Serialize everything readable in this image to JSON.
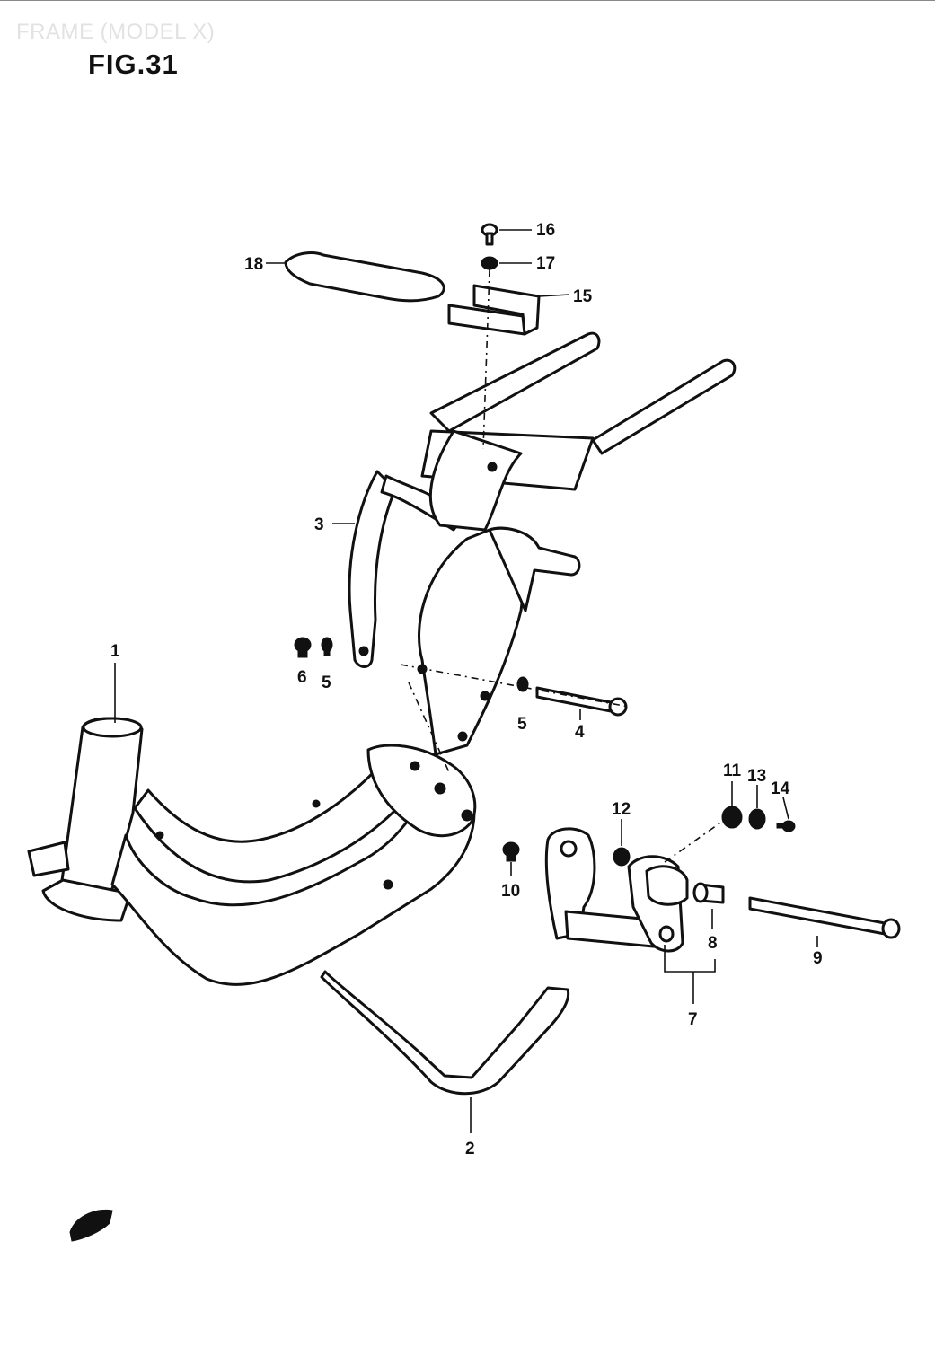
{
  "header": {
    "watermark": "FRAME (MODEL X)",
    "figure": "FIG.31"
  },
  "callouts": [
    {
      "id": "c16",
      "text": "16"
    },
    {
      "id": "c17",
      "text": "17"
    },
    {
      "id": "c15",
      "text": "15"
    },
    {
      "id": "c18",
      "text": "18"
    },
    {
      "id": "c3",
      "text": "3"
    },
    {
      "id": "c6",
      "text": "6"
    },
    {
      "id": "c5a",
      "text": "5"
    },
    {
      "id": "c1",
      "text": "1"
    },
    {
      "id": "c5b",
      "text": "5"
    },
    {
      "id": "c4",
      "text": "4"
    },
    {
      "id": "c11",
      "text": "11"
    },
    {
      "id": "c13",
      "text": "13"
    },
    {
      "id": "c14",
      "text": "14"
    },
    {
      "id": "c12",
      "text": "12"
    },
    {
      "id": "c10",
      "text": "10"
    },
    {
      "id": "c8",
      "text": "8"
    },
    {
      "id": "c9",
      "text": "9"
    },
    {
      "id": "c7",
      "text": "7"
    },
    {
      "id": "c2",
      "text": "2"
    }
  ]
}
